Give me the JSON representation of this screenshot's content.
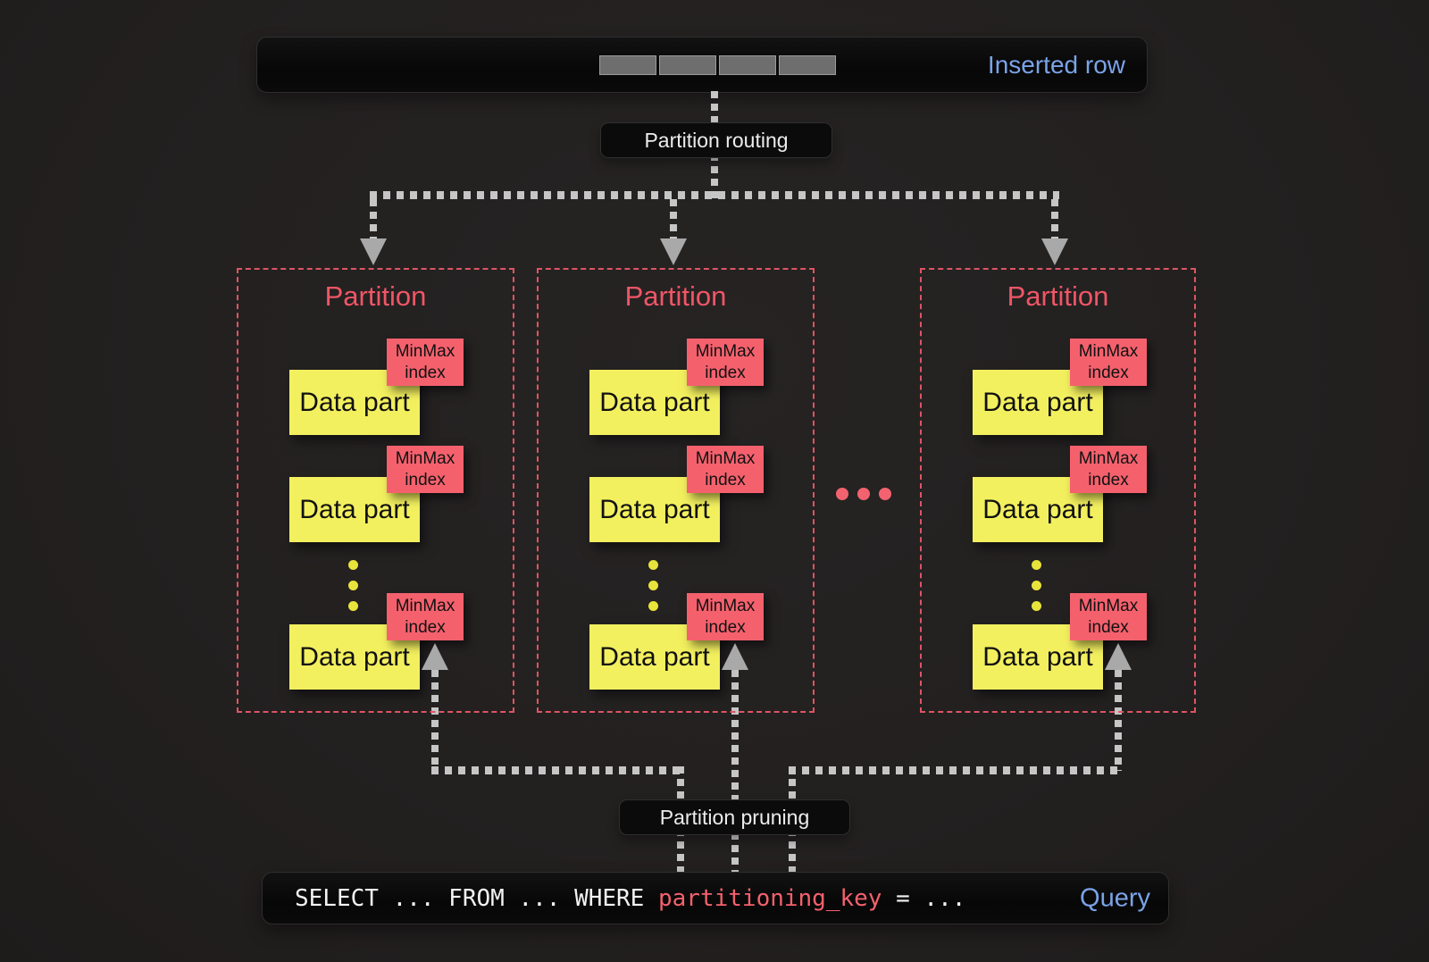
{
  "diagram": {
    "inserted_row": {
      "label": "Inserted row",
      "cell_count": 4
    },
    "routing": {
      "label": "Partition routing"
    },
    "pruning": {
      "label": "Partition pruning"
    },
    "partitions": [
      {
        "title": "Partition",
        "parts": [
          {
            "label": "Data part",
            "index_label": "MinMax\nindex"
          },
          {
            "label": "Data part",
            "index_label": "MinMax\nindex"
          },
          {
            "label": "Data part",
            "index_label": "MinMax\nindex"
          }
        ]
      },
      {
        "title": "Partition",
        "parts": [
          {
            "label": "Data part",
            "index_label": "MinMax\nindex"
          },
          {
            "label": "Data part",
            "index_label": "MinMax\nindex"
          },
          {
            "label": "Data part",
            "index_label": "MinMax\nindex"
          }
        ]
      },
      {
        "title": "Partition",
        "parts": [
          {
            "label": "Data part",
            "index_label": "MinMax\nindex"
          },
          {
            "label": "Data part",
            "index_label": "MinMax\nindex"
          },
          {
            "label": "Data part",
            "index_label": "MinMax\nindex"
          }
        ]
      }
    ],
    "query": {
      "code_prefix": "SELECT ... FROM ... WHERE ",
      "highlight": "partitioning_key",
      "code_suffix": " = ...",
      "label": "Query"
    },
    "colors": {
      "background": "#232020",
      "accent_blue": "#7aa3e8",
      "accent_red": "#f4616d",
      "partition_border_red": "#dd5563",
      "data_part_yellow": "#f3f05f",
      "connector_gray": "#c6c6c6",
      "bar_black": "#0a0a0a"
    }
  }
}
